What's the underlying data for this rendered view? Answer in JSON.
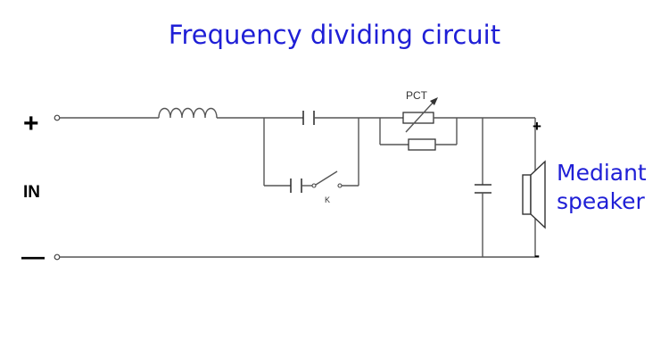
{
  "title": "Frequency dividing circuit",
  "labels": {
    "in_plus": "+",
    "in_label": "IN",
    "in_minus": "—",
    "out_plus": "+",
    "out_minus": "-",
    "pct": "PCT",
    "switch": "K"
  },
  "speaker_label": {
    "line1": "Mediant",
    "line2": "speaker"
  },
  "colors": {
    "title": "#1f1fd6",
    "wire": "#555555",
    "text": "#000000"
  }
}
